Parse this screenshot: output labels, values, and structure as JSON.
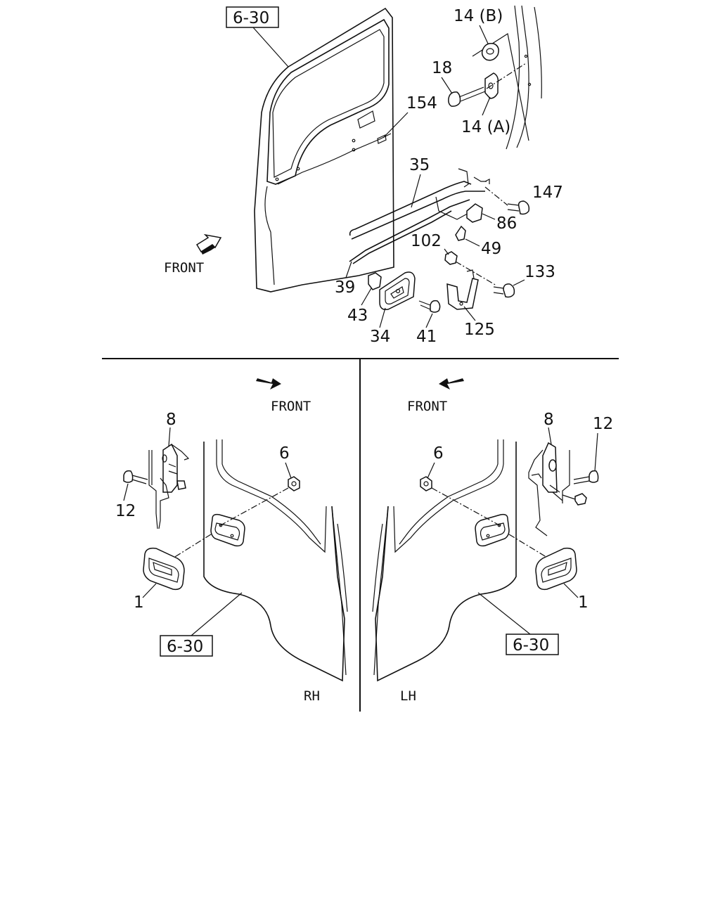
{
  "top_view": {
    "reference_box": "6-30",
    "front_label": "FRONT",
    "callouts": {
      "p14b": "14 (B)",
      "p18": "18",
      "p154": "154",
      "p14a": "14 (A)",
      "p35": "35",
      "p147": "147",
      "p86": "86",
      "p49": "49",
      "p102": "102",
      "p133": "133",
      "p39": "39",
      "p43": "43",
      "p34": "34",
      "p41": "41",
      "p125": "125"
    }
  },
  "rh_view": {
    "front_label": "FRONT",
    "side_label": "RH",
    "reference_box": "6-30",
    "callouts": {
      "p8": "8",
      "p6": "6",
      "p12": "12",
      "p1": "1"
    }
  },
  "lh_view": {
    "front_label": "FRONT",
    "side_label": "LH",
    "reference_box": "6-30",
    "callouts": {
      "p6": "6",
      "p8": "8",
      "p12": "12",
      "p1": "1"
    }
  }
}
